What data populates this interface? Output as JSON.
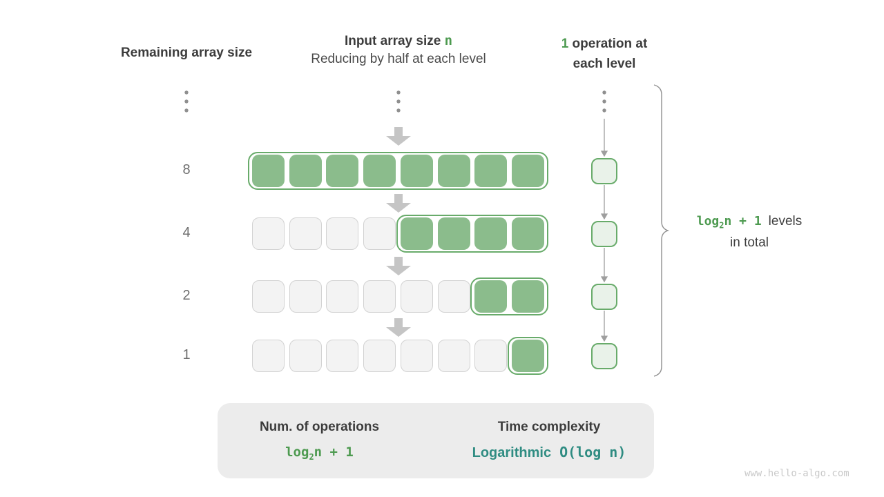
{
  "header": {
    "col1": "Remaining array size",
    "col2_title": "Input array size ",
    "col2_var": "n",
    "col2_subtitle": "Reducing by half at each level",
    "col3_num": "1",
    "col3_line1_rest": " operation at",
    "col3_line2": "each level"
  },
  "rows": [
    {
      "label": "8",
      "empty_cells": 0,
      "active_cells": 8
    },
    {
      "label": "4",
      "empty_cells": 4,
      "active_cells": 4
    },
    {
      "label": "2",
      "empty_cells": 6,
      "active_cells": 2
    },
    {
      "label": "1",
      "empty_cells": 7,
      "active_cells": 1
    }
  ],
  "operations_per_level": 1,
  "brace": {
    "formula_log": "log",
    "formula_sub": "2",
    "formula_rest": "n + 1",
    "label_line1": "levels",
    "label_line2": "in total"
  },
  "summary": {
    "left_title": "Num. of operations",
    "formula_log": "log",
    "formula_sub": "2",
    "formula_rest": "n + 1",
    "right_title": "Time complexity",
    "right_word": "Logarithmic",
    "right_bigo": "O(log n)"
  },
  "watermark": "www.hello-algo.com",
  "colors": {
    "green_text": "#4d9a50",
    "green_fill": "#8bbc8c",
    "green_border": "#68ab6a",
    "green_light": "#e9f2e9",
    "teal": "#2f8c82",
    "panel_gray": "#ececec"
  }
}
